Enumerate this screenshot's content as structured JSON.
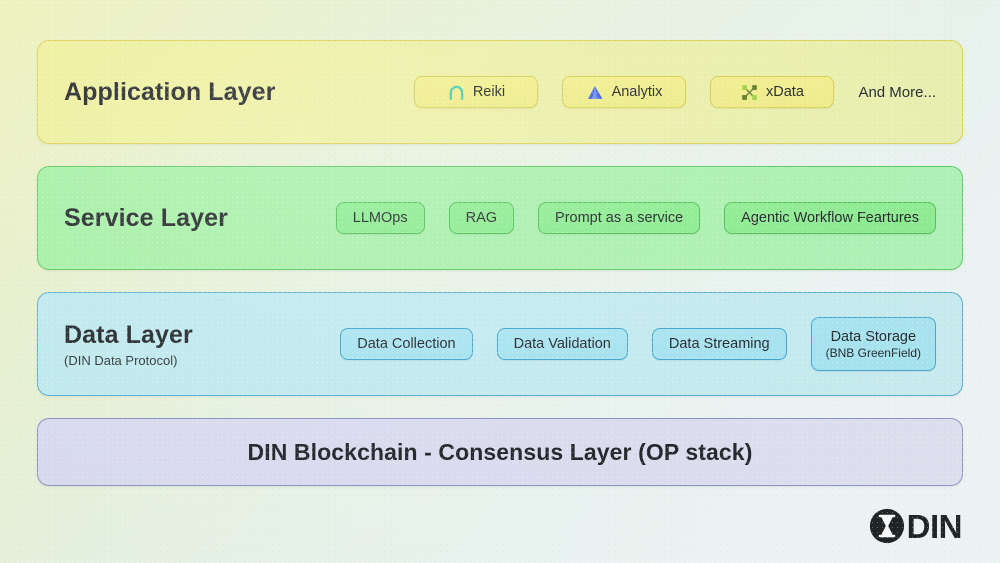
{
  "background": {
    "gradient_from": "#eef2b8",
    "gradient_to": "#f1f6f7"
  },
  "layers": [
    {
      "id": "application",
      "title": "Application Layer",
      "subtitle": "",
      "fill": "#ecf0a4",
      "border": "#ddd153",
      "chips": [
        {
          "label": "Reiki",
          "icon": "reiki-arch-icon",
          "icon_color": "#3ec9b0"
        },
        {
          "label": "Analytix",
          "icon": "analytix-delta-icon",
          "icon_color": "#3b5de0"
        },
        {
          "label": "xData",
          "icon": "xdata-network-icon",
          "icon_color": "#7cb52a"
        },
        {
          "label": "And More...",
          "icon": "",
          "icon_color": ""
        }
      ]
    },
    {
      "id": "service",
      "title": "Service Layer",
      "subtitle": "",
      "fill": "#a8f0ab",
      "border": "#57c95c",
      "chips": [
        {
          "label": "LLMOps"
        },
        {
          "label": "RAG"
        },
        {
          "label": "Prompt as a service"
        },
        {
          "label": "Agentic Workflow Feartures"
        }
      ]
    },
    {
      "id": "data",
      "title": "Data Layer",
      "subtitle": "(DIN Data Protocol)",
      "fill": "#c1eaf0",
      "border": "#53acd2",
      "chips": [
        {
          "label": "Data Collection"
        },
        {
          "label": "Data Validation"
        },
        {
          "label": "Data Streaming"
        },
        {
          "label": "Data Storage",
          "sublabel": "(BNB GreenField)"
        }
      ]
    },
    {
      "id": "consensus",
      "title": "DIN Blockchain - Consensus Layer (OP stack)",
      "fill": "#dadbf0",
      "border": "#8c8ec4",
      "chips": []
    }
  ],
  "logo": {
    "text": "DIN",
    "mark": "hourglass-in-circle-icon",
    "mark_color": "#111418"
  }
}
